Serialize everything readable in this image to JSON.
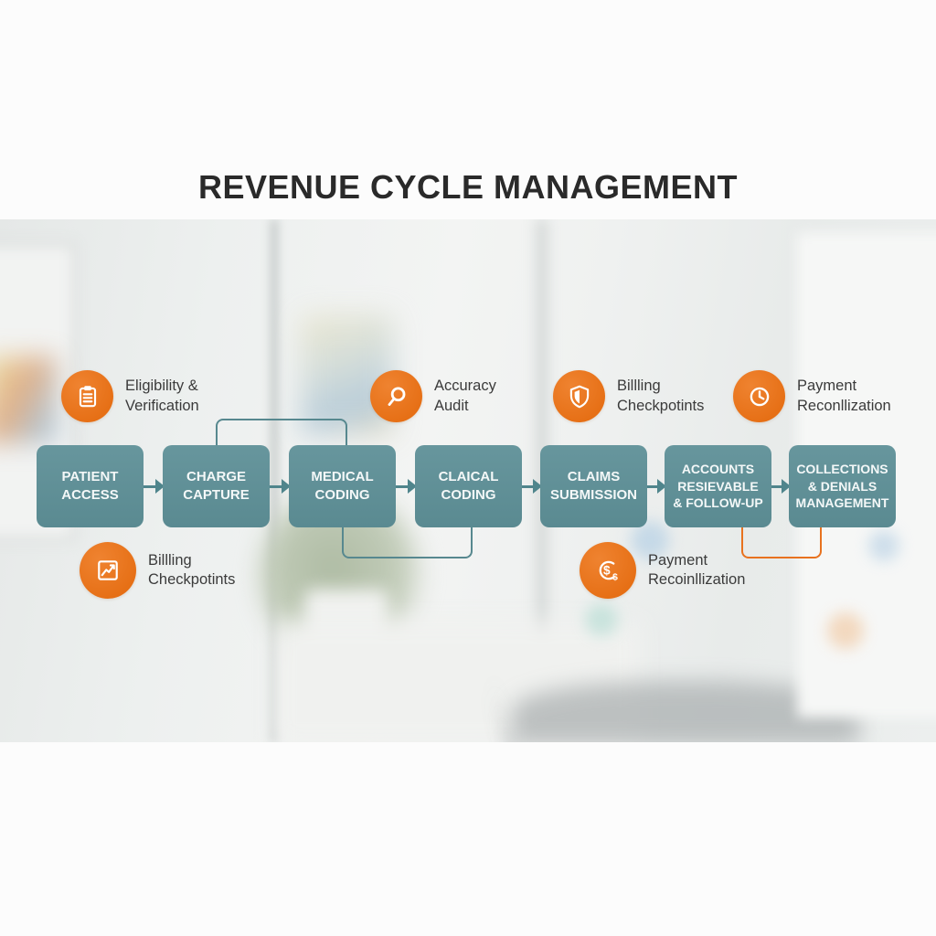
{
  "title": "REVENUE CYCLE MANAGEMENT",
  "colors": {
    "orange": "#E8721F",
    "teal": "#5E8F96",
    "title_text": "#2A2A2A",
    "label_text": "#3B3B3B",
    "box_text": "#F4F8F8"
  },
  "flow": {
    "boxes": [
      {
        "label": "PATIENT\nACCESS"
      },
      {
        "label": "CHARGE\nCAPTURE"
      },
      {
        "label": "MEDICAL\nCODING"
      },
      {
        "label": "CLAICAL\nCODING"
      },
      {
        "label": "CLAIMS\nSUBMISSION"
      },
      {
        "label": "ACCOUNTS\nRESIEVABLE\n& FOLLOW-UP"
      },
      {
        "label": "COLLECTIONS\n& DENIALS\nMANAGEMENT"
      }
    ]
  },
  "callouts": {
    "top": [
      {
        "icon": "clipboard-icon",
        "label": "Eligibility &\nVerification"
      },
      {
        "icon": "magnifier-icon",
        "label": "Accuracy\nAudit"
      },
      {
        "icon": "shield-icon",
        "label": "Billling\nCheckpotints"
      },
      {
        "icon": "clock-icon",
        "label": "Payment\nReconllization"
      }
    ],
    "bottom": [
      {
        "icon": "chart-icon",
        "label": "Billling\nCheckpotints"
      },
      {
        "icon": "dollar-coin-icon",
        "label": "Payment\nRecoinllization"
      }
    ]
  }
}
